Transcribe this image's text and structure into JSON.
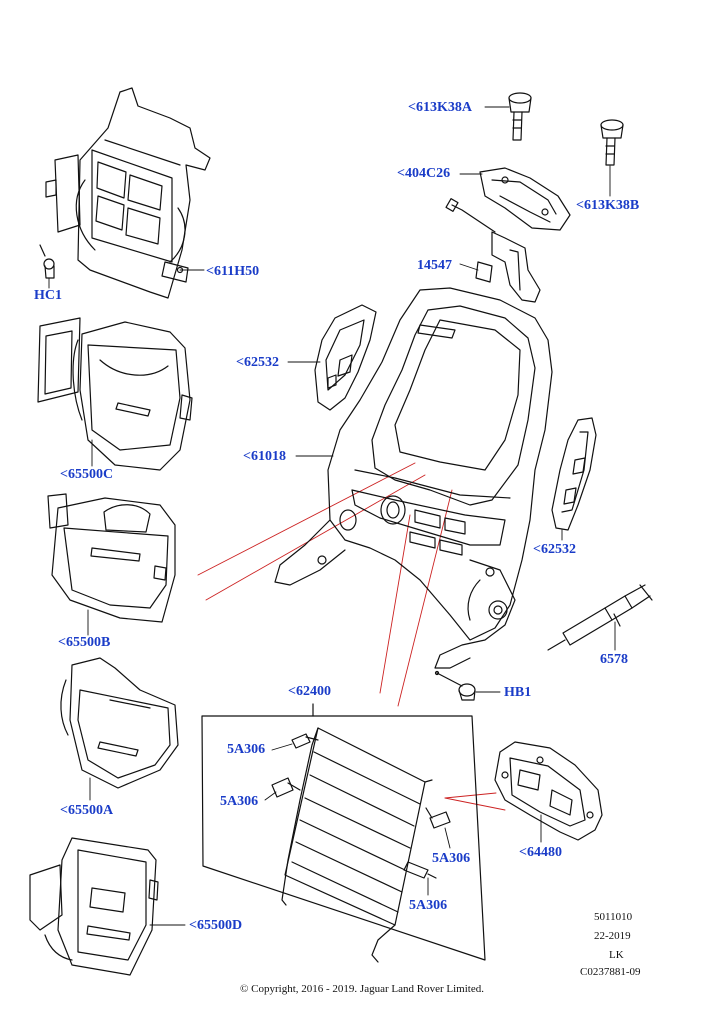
{
  "diagram": {
    "title": "Seat back frame exploded parts diagram",
    "colors": {
      "callout": "#1a3cc8",
      "line": "#111111",
      "guide": "#cc2222"
    },
    "callouts": {
      "c613K38A": "<613K38A",
      "c404C26": "<404C26",
      "c613K38B": "<613K38B",
      "c14547": "14547",
      "c611H50": "<611H50",
      "cHC1": "HC1",
      "c62532_left": "<62532",
      "c61018": "<61018",
      "c65500C": "<65500C",
      "c62532_right": "<62532",
      "c65500B": "<65500B",
      "c6578": "6578",
      "c62400": "<62400",
      "cHB1": "HB1",
      "c5A306_1": "5A306",
      "c5A306_2": "5A306",
      "c5A306_3": "5A306",
      "c5A306_4": "5A306",
      "c65500A": "<65500A",
      "c64480": "<64480",
      "c65500D": "<65500D"
    }
  },
  "reference": {
    "code": "5011010",
    "date": "22-2019",
    "initials": "LK",
    "image_id": "C0237881-09"
  },
  "copyright": "© Copyright, 2016 - 2019. Jaguar Land Rover Limited."
}
